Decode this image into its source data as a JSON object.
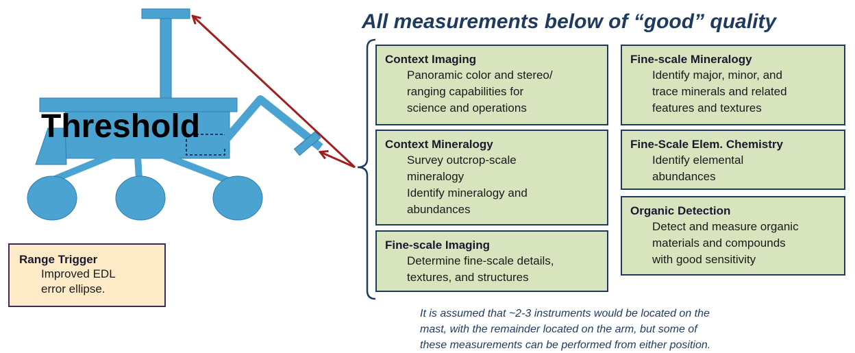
{
  "header": "All measurements below of “good” quality",
  "threshold_label": "Threshold",
  "range_trigger": {
    "title": "Range Trigger",
    "lines": [
      "Improved EDL",
      "error ellipse."
    ]
  },
  "boxes": {
    "context_imaging": {
      "title": "Context Imaging",
      "lines": [
        "Panoramic color and stereo/",
        "ranging capabilities for",
        "science and operations"
      ]
    },
    "context_mineralogy": {
      "title": "Context Mineralogy",
      "lines": [
        "Survey outcrop-scale",
        "mineralogy",
        "Identify mineralogy and",
        "abundances"
      ]
    },
    "fine_imaging": {
      "title": "Fine-scale Imaging",
      "lines": [
        "Determine fine-scale details,",
        "textures, and structures"
      ]
    },
    "fine_mineralogy": {
      "title": "Fine-scale Mineralogy",
      "lines": [
        "Identify major, minor, and",
        "trace minerals and related",
        "features and textures"
      ]
    },
    "fine_chemistry": {
      "title": "Fine-Scale Elem. Chemistry",
      "lines": [
        "Identify elemental",
        "abundances"
      ]
    },
    "organic_detection": {
      "title": "Organic Detection",
      "lines": [
        "Detect and measure organic",
        "materials and compounds",
        "with good sensitivity"
      ]
    }
  },
  "note_lines": [
    "It is assumed that ~2-3 instruments would be located on the",
    "mast, with the remainder located on the arm, but some of",
    "these measurements can be performed from either position."
  ],
  "colors": {
    "rover": "#4ba3d1",
    "rover_dark": "#2b7fb0",
    "arrow": "#a01e1e",
    "box_fill": "#d7e4bd",
    "box_border": "#1f3a5f",
    "range_fill": "#fdebc8"
  }
}
